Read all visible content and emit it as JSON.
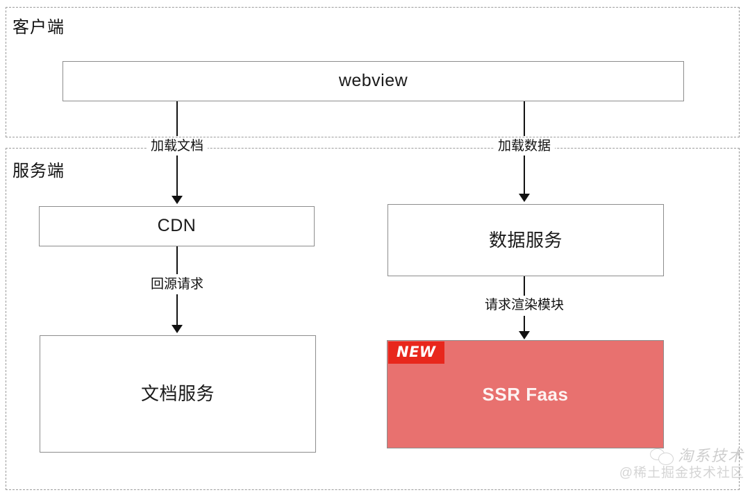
{
  "diagram": {
    "regions": [
      {
        "id": "client",
        "label": "客户端"
      },
      {
        "id": "server",
        "label": "服务端"
      }
    ],
    "nodes": [
      {
        "id": "webview",
        "label": "webview",
        "kind": "plain"
      },
      {
        "id": "cdn",
        "label": "CDN",
        "kind": "plain"
      },
      {
        "id": "doc-service",
        "label": "文档服务",
        "kind": "plain"
      },
      {
        "id": "data-service",
        "label": "数据服务",
        "kind": "plain"
      },
      {
        "id": "ssr-faas",
        "label": "SSR Faas",
        "kind": "highlight",
        "badge": "NEW"
      }
    ],
    "edges": [
      {
        "id": "webview-to-cdn",
        "label": "加载文档",
        "from": "webview",
        "to": "cdn"
      },
      {
        "id": "webview-to-data-service",
        "label": "加载数据",
        "from": "webview",
        "to": "data-service"
      },
      {
        "id": "cdn-to-doc-service",
        "label": "回源请求",
        "from": "cdn",
        "to": "doc-service"
      },
      {
        "id": "data-service-to-ssr",
        "label": "请求渲染模块",
        "from": "data-service",
        "to": "ssr-faas"
      }
    ],
    "colors": {
      "highlight_fill": "#E8716F",
      "badge_fill": "#E8271C",
      "node_border": "#8c8c8c",
      "region_border": "#9a9a9a",
      "connector": "#111111"
    }
  },
  "watermark": {
    "title": "淘系技术",
    "subtitle": "@稀土掘金技术社区",
    "icon": "wechat-bubbles-icon"
  }
}
